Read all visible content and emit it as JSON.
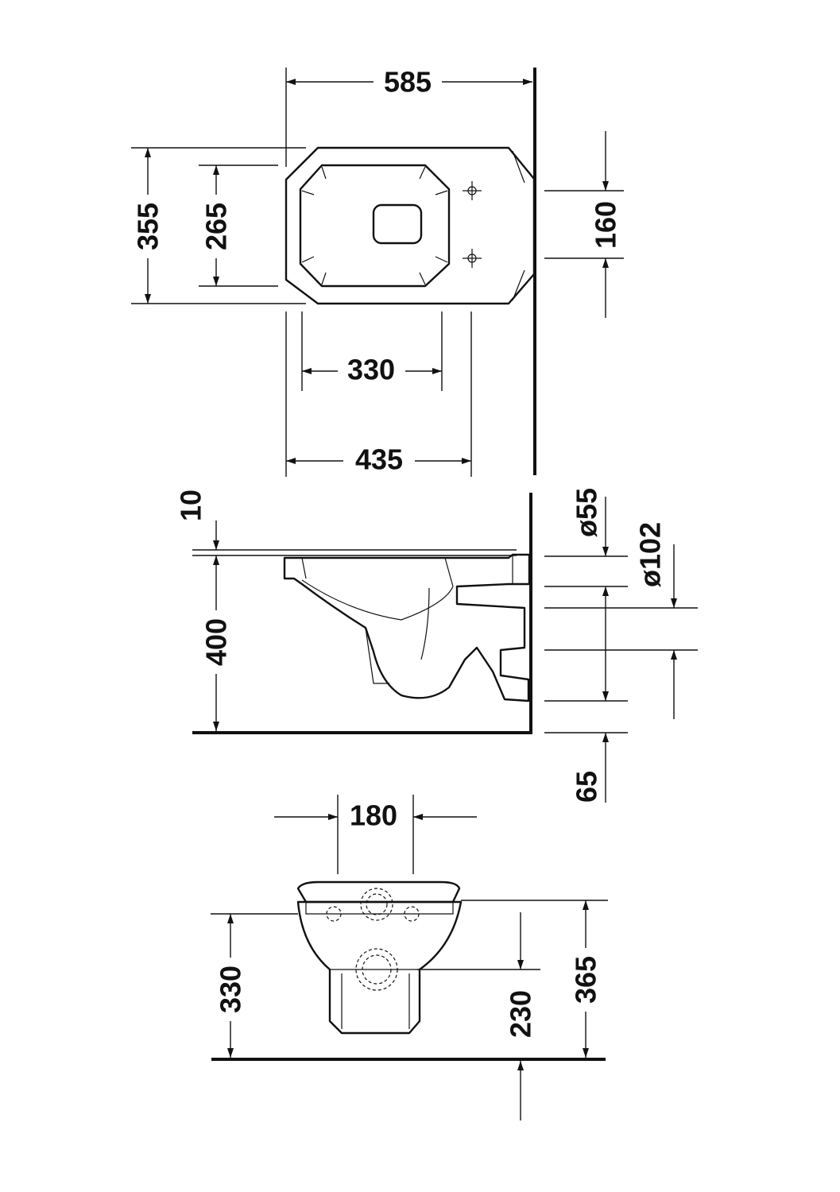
{
  "top_view": {
    "width": "585",
    "depth_outer": "355",
    "depth_seat": "265",
    "fixing_spacing": "160",
    "seat_length": "330",
    "fixing_to_front": "435"
  },
  "side_view": {
    "seat_thickness": "10",
    "height": "400",
    "inlet_diameter": "ø55",
    "outlet_diameter": "ø102",
    "outlet_height": "65"
  },
  "front_view": {
    "inlet_width": "180",
    "outlet_height": "330",
    "outlet_center": "230",
    "fixing_height": "365"
  }
}
